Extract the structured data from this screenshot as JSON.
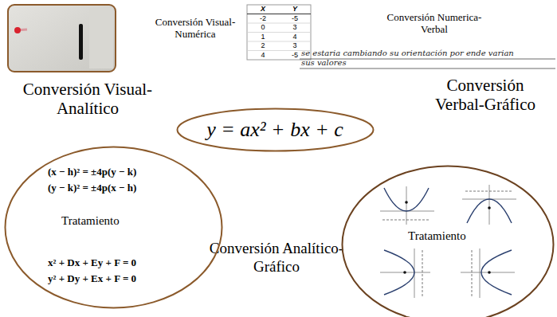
{
  "diagram": {
    "nodes": [
      {
        "text": [
          "(x − h)² = ±4p(y − k)",
          "(y − k)² = ±4p(x − h)",
          "Tratamiento",
          "x² + Dx + Ey + F = 0",
          "y² + Dy + Ex + F = 0"
        ]
      },
      {
        "text": [
          "y = ax² + bx + c"
        ]
      },
      {
        "text": [
          "Tratamiento"
        ]
      }
    ],
    "labels": [
      "Conversión Visual-Numérica",
      "X",
      "Y",
      "-2",
      "-5",
      "0",
      "3",
      "1",
      "4",
      "2",
      "3",
      "4",
      "-5",
      "Conversión Numerica-Verbal",
      "se estaria cambiando su orientación por ende varian sus valores",
      "Conversión Visual-Analítico",
      "Conversión Verbal-Gráfico",
      "Conversión Analítico- Gráfico"
    ]
  }
}
